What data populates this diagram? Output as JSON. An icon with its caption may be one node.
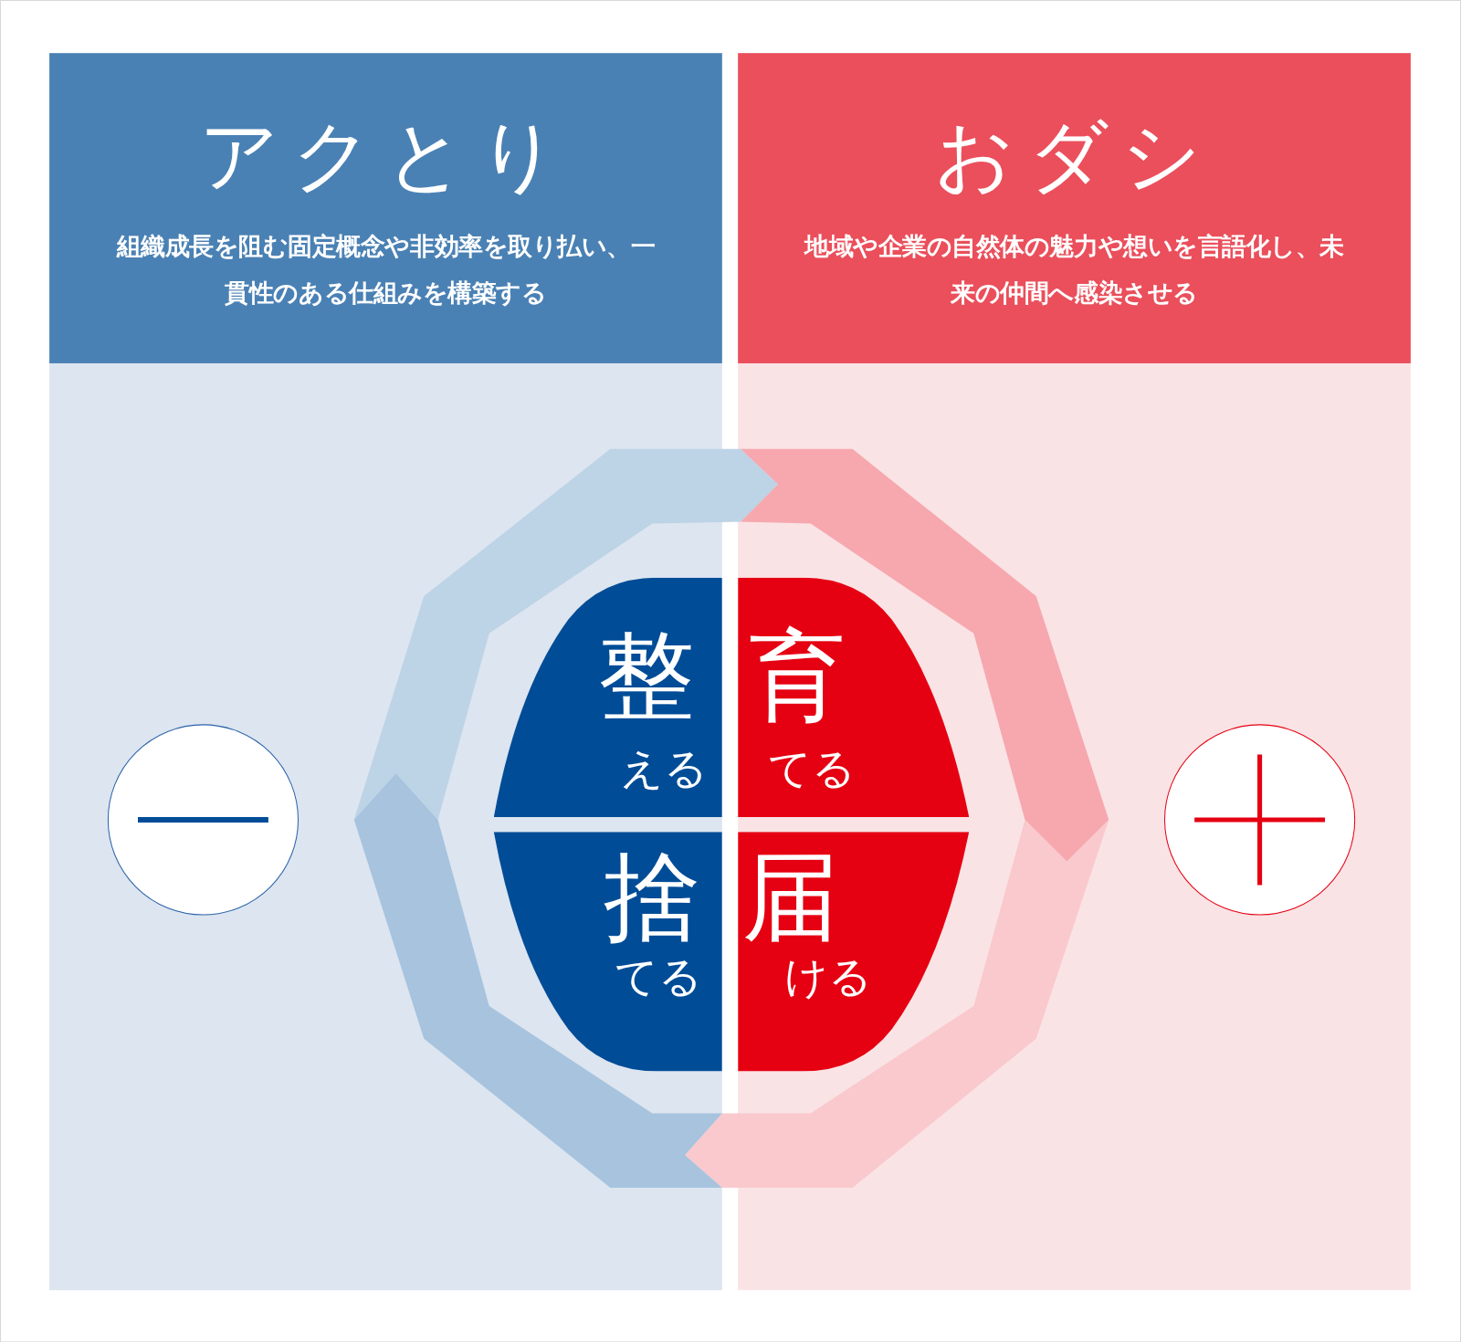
{
  "diagram": {
    "nodes": [
      {
        "text": [
          "アクとり",
          "組織成長を阻む固定概念や非効率を取り払い、一貫性のある仕組みを構築する"
        ]
      },
      {
        "text": [
          "おダシ",
          "地域や企業の自然体の魅力や想いを言語化し、未来の仲間へ感染させる"
        ]
      },
      {
        "text": [
          "整",
          "える"
        ]
      },
      {
        "text": [
          "育",
          "てる"
        ]
      },
      {
        "text": [
          "捨",
          "てる"
        ]
      },
      {
        "text": [
          "届",
          "ける"
        ]
      }
    ]
  }
}
